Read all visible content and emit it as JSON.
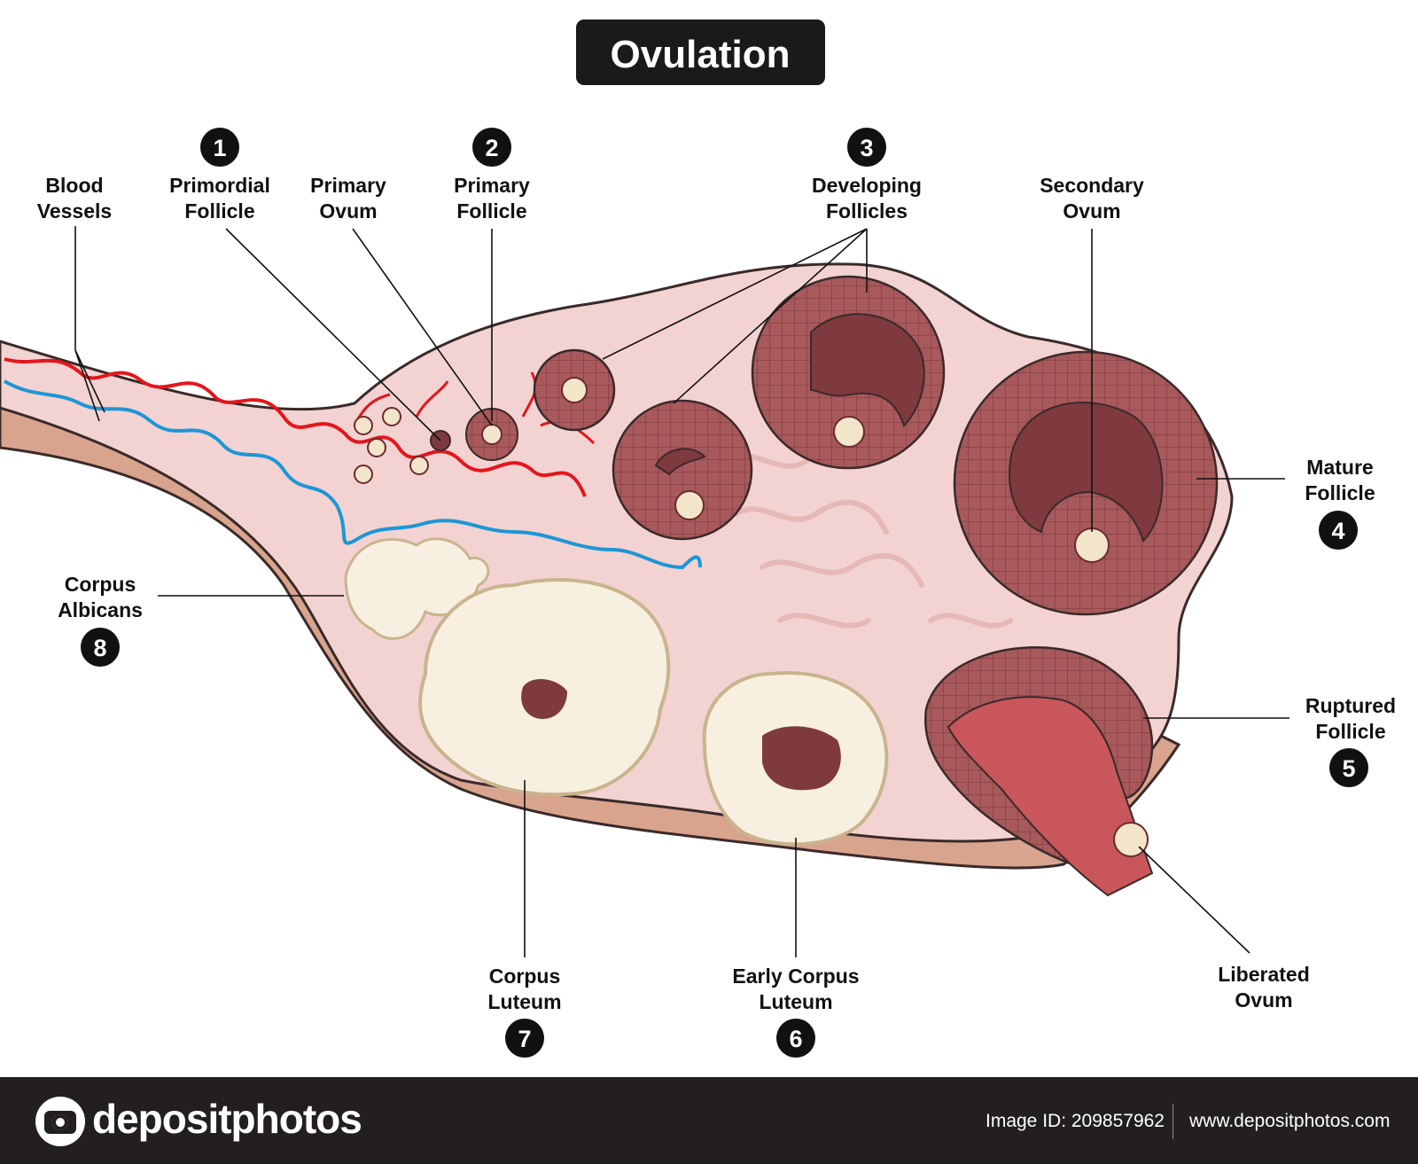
{
  "title": "Ovulation",
  "labels": {
    "blood_vessels": [
      "Blood",
      "Vessels"
    ],
    "primordial_follicle": [
      "Primordial",
      "Follicle"
    ],
    "primary_ovum": [
      "Primary",
      "Ovum"
    ],
    "primary_follicle": [
      "Primary",
      "Follicle"
    ],
    "developing_follicles": [
      "Developing",
      "Follicles"
    ],
    "secondary_ovum": [
      "Secondary",
      "Ovum"
    ],
    "mature_follicle": [
      "Mature",
      "Follicle"
    ],
    "ruptured_follicle": [
      "Ruptured",
      "Follicle"
    ],
    "liberated_ovum": [
      "Liberated",
      "Ovum"
    ],
    "early_corpus_luteum": [
      "Early Corpus",
      "Luteum"
    ],
    "corpus_luteum": [
      "Corpus",
      "Luteum"
    ],
    "corpus_albicans": [
      "Corpus",
      "Albicans"
    ]
  },
  "numbers": {
    "n1": "1",
    "n2": "2",
    "n3": "3",
    "n4": "4",
    "n5": "5",
    "n6": "6",
    "n7": "7",
    "n8": "8"
  },
  "footer": {
    "brand": "depositphotos",
    "image_id": "Image ID: 209857962",
    "site": "www.depositphotos.com"
  },
  "colors": {
    "tissue": "#f3d3d1",
    "capsule": "#d9a48e",
    "follicle": "#a8595b",
    "antrum": "#7f3a3f",
    "corpus_luteum": "#f7efdf",
    "artery": "#e3161b",
    "vein": "#1e96d6"
  }
}
